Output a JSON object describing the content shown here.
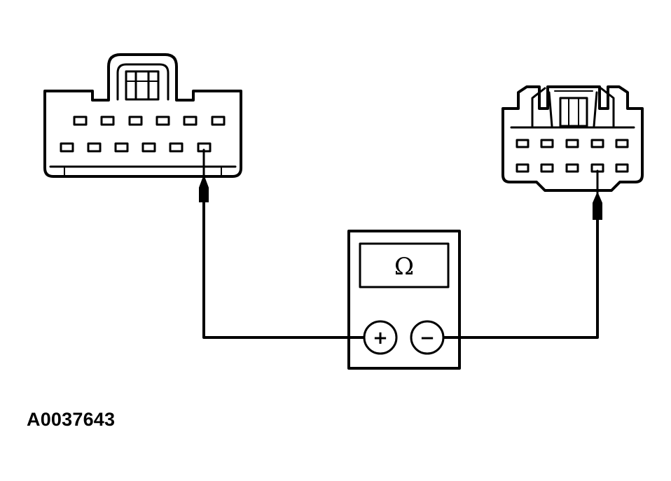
{
  "figure_id": "A0037643",
  "meter": {
    "display_symbol": "Ω",
    "positive_terminal_label": "+",
    "negative_terminal_label": "−"
  },
  "connectors": {
    "left": {
      "rows": [
        6,
        6
      ],
      "probed_pin": {
        "row": 2,
        "index": 6
      }
    },
    "right": {
      "rows": [
        5,
        5
      ],
      "probed_pin": {
        "row": 2,
        "index": 4
      }
    }
  },
  "colors": {
    "ink": "#000000",
    "background": "#ffffff"
  }
}
